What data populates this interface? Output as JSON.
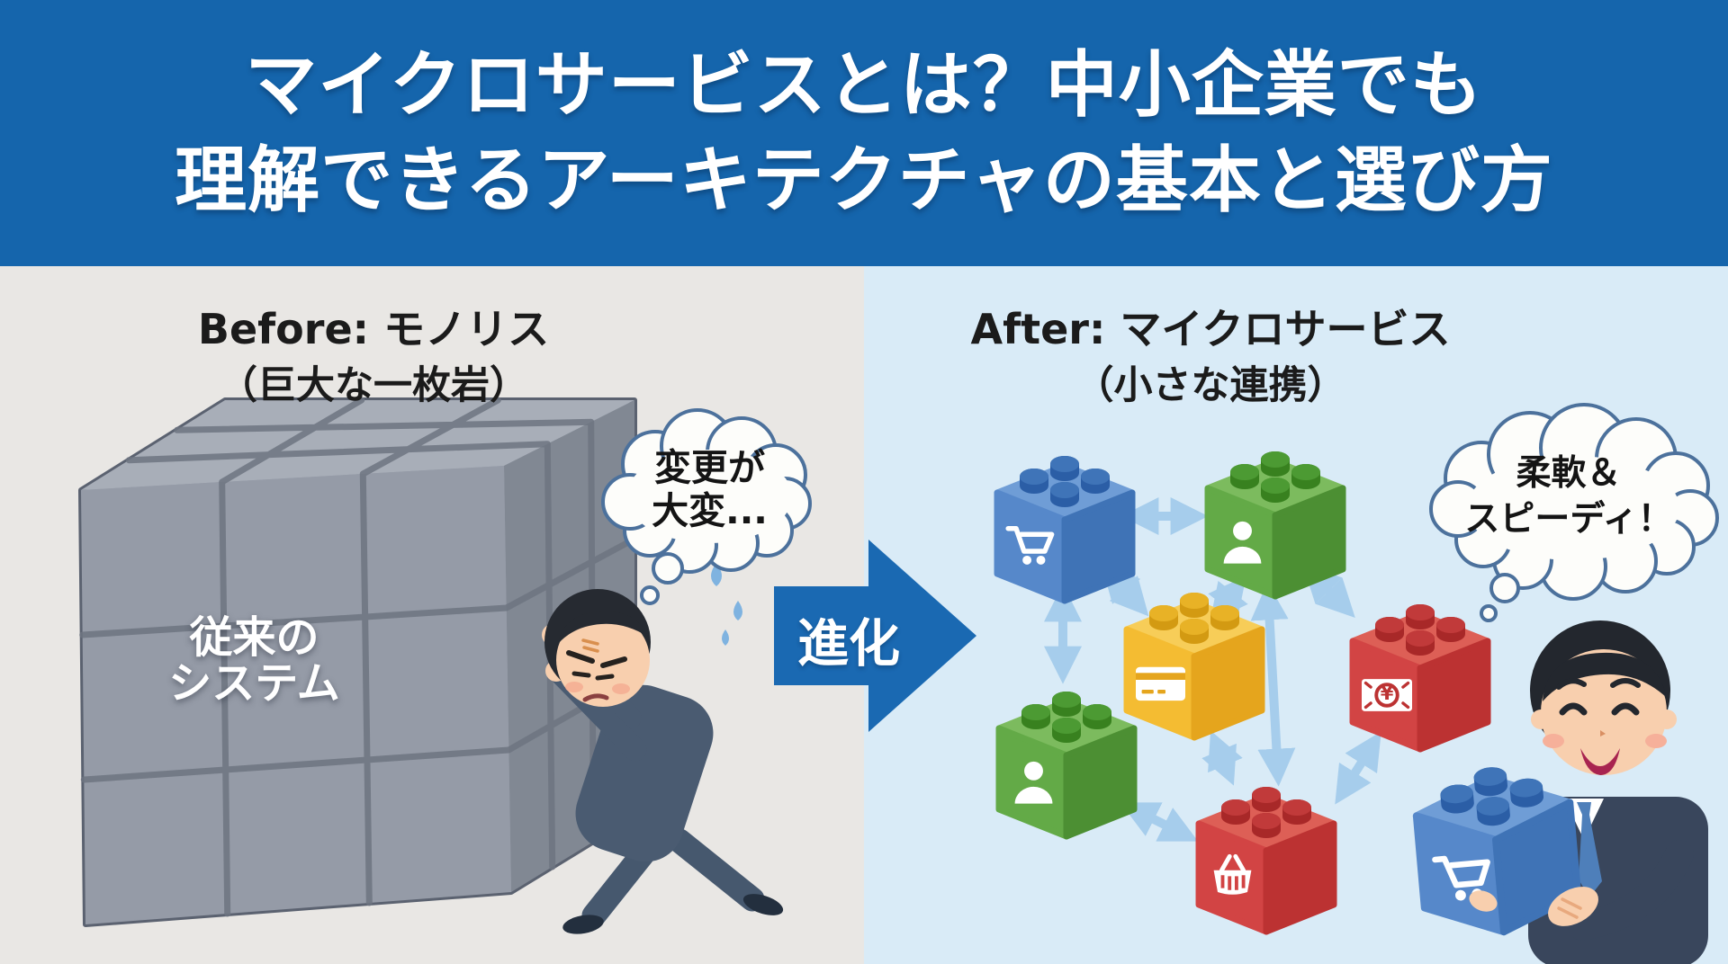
{
  "banner": {
    "bg_color": "#1565ac",
    "title_line1": "マイクロサービスとは？中小企業でも",
    "title_line2": "理解できるアーキテクチャの基本と選び方"
  },
  "before_panel": {
    "bg_color": "#e9e7e4",
    "heading_line1": "Before: モノリス",
    "heading_line2": "（巨大な一枚岩）",
    "monolith_label_line1": "従来の",
    "monolith_label_line2": "システム",
    "thought_bubble_line1": "変更が",
    "thought_bubble_line2": "大変...",
    "monolith_color": "#949aa6"
  },
  "evolution_arrow": {
    "label": "進化",
    "color": "#1a69b2"
  },
  "after_panel": {
    "bg_color": "#d9ebf7",
    "heading_line1": "After: マイクロサービス",
    "heading_line2": "（小さな連携）",
    "thought_bubble_line1": "柔軟＆",
    "thought_bubble_line2": "スピーディ！",
    "yen_symbol": "¥",
    "connector_color": "#a6cdec",
    "blocks": [
      {
        "id": "cart",
        "color": "blue",
        "icon": "shopping-cart-icon"
      },
      {
        "id": "user",
        "color": "green",
        "icon": "person-icon"
      },
      {
        "id": "card",
        "color": "yellow",
        "icon": "credit-card-icon"
      },
      {
        "id": "user-2",
        "color": "green",
        "icon": "person-icon"
      },
      {
        "id": "yen",
        "color": "red",
        "icon": "yen-banknote-icon"
      },
      {
        "id": "basket",
        "color": "red",
        "icon": "shopping-basket-icon"
      },
      {
        "id": "held-cart",
        "color": "blue",
        "icon": "shopping-cart-icon"
      }
    ],
    "block_colors": {
      "blue": "#5688ca",
      "green": "#63aa47",
      "yellow": "#f4bc32",
      "red": "#d24444"
    }
  }
}
